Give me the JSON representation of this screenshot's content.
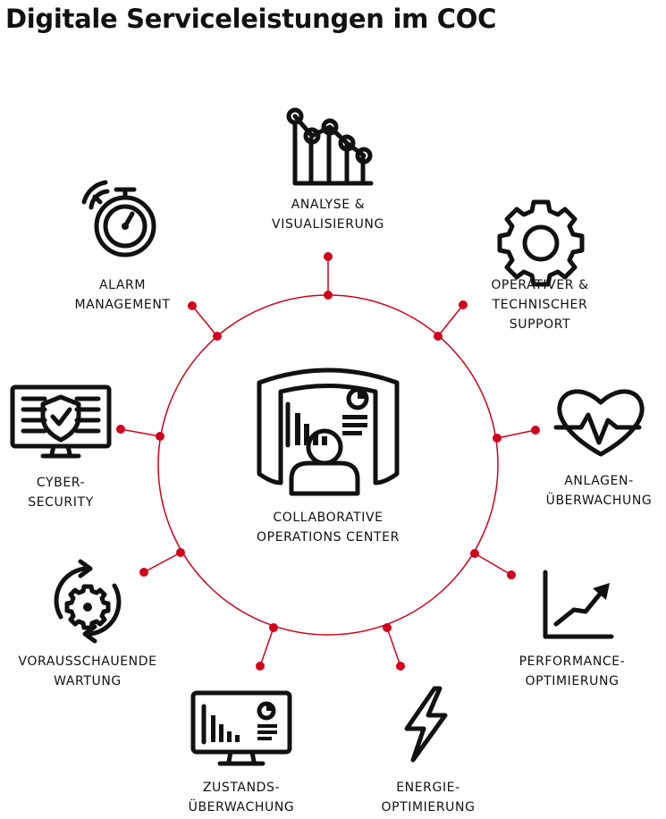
{
  "title": "Digitale Serviceleistungen im COC",
  "colors": {
    "accent": "#d0021b",
    "ink": "#111111"
  },
  "center": {
    "icon": "operations-center-icon",
    "lines": [
      "COLLABORATIVE",
      "OPERATIONS CENTER"
    ]
  },
  "nodes": [
    {
      "id": "analyse",
      "icon": "line-chart-icon",
      "lines": [
        "ANALYSE &",
        "VISUALISIERUNG"
      ]
    },
    {
      "id": "support",
      "icon": "gear-icon",
      "lines": [
        "OPERATIVER &",
        "TECHNISCHER",
        "SUPPORT"
      ]
    },
    {
      "id": "anlagen",
      "icon": "heartbeat-icon",
      "lines": [
        "ANLAGEN-",
        "ÜBERWACHUNG"
      ]
    },
    {
      "id": "performance",
      "icon": "trend-chart-icon",
      "lines": [
        "PERFORMANCE-",
        "OPTIMIERUNG"
      ]
    },
    {
      "id": "energie",
      "icon": "lightning-icon",
      "lines": [
        "ENERGIE-",
        "OPTIMIERUNG"
      ]
    },
    {
      "id": "zustand",
      "icon": "monitor-dashboard-icon",
      "lines": [
        "ZUSTANDS-",
        "ÜBERWACHUNG"
      ]
    },
    {
      "id": "wartung",
      "icon": "cycle-gear-icon",
      "lines": [
        "VORAUSSCHAUENDE",
        "WARTUNG"
      ]
    },
    {
      "id": "cyber",
      "icon": "shield-monitor-icon",
      "lines": [
        "CYBER-",
        "SECURITY"
      ]
    },
    {
      "id": "alarm",
      "icon": "stopwatch-icon",
      "lines": [
        "ALARM",
        "MANAGEMENT"
      ]
    }
  ]
}
